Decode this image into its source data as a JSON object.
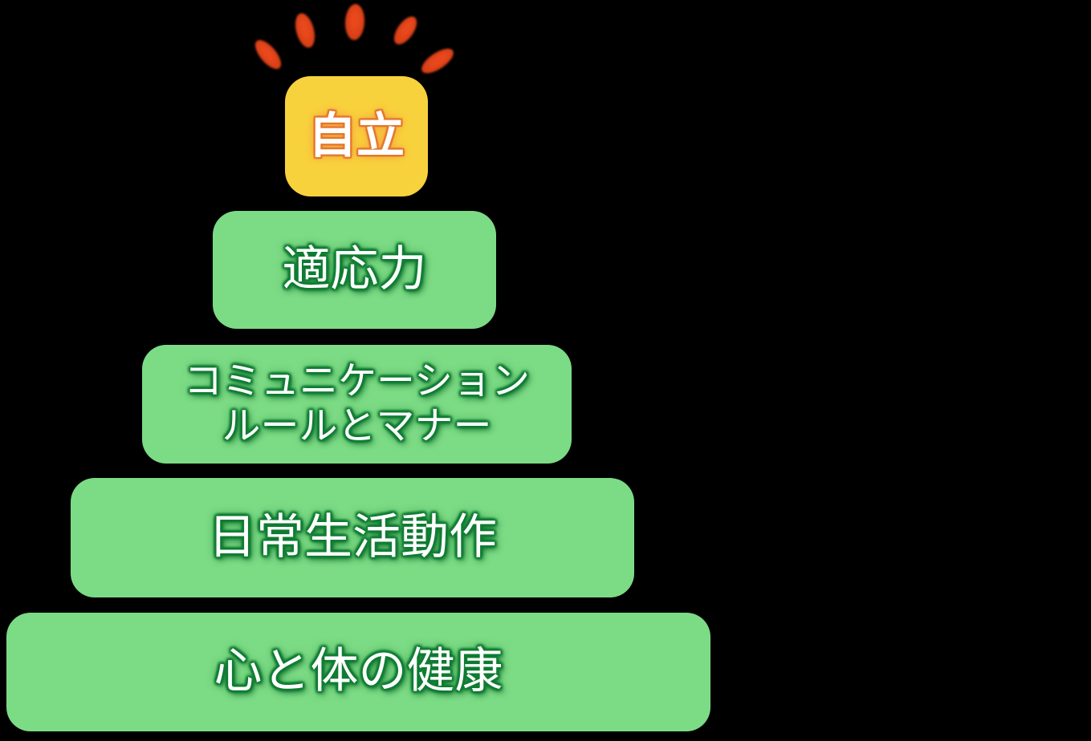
{
  "colors": {
    "background": "#000000",
    "level_green": "#7cdb85",
    "green_glow": "#0f7c33",
    "green_glow_dark": "#0a5f26",
    "top_yellow": "#f8d23d",
    "top_accent": "#e4772e",
    "top_glow": "#f59a40",
    "ray_red": "#d23c14",
    "ray_red_light": "#e8481c",
    "text": "#ffffff"
  },
  "diagram": {
    "type": "pyramid",
    "ray_count": 5,
    "levels": [
      {
        "key": "independence",
        "lines": [
          "自立"
        ]
      },
      {
        "key": "adaptability",
        "lines": [
          "適応力"
        ]
      },
      {
        "key": "communication",
        "lines": [
          "コミュニケーション",
          "ルールとマナー"
        ]
      },
      {
        "key": "daily-living",
        "lines": [
          "日常生活動作"
        ]
      },
      {
        "key": "health",
        "lines": [
          "心と体の健康"
        ]
      }
    ]
  }
}
